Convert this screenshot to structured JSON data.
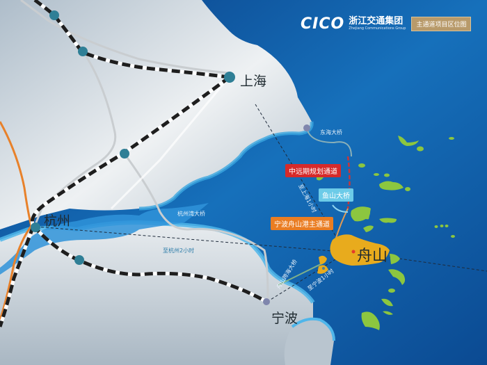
{
  "header": {
    "logo_text": "CICO",
    "company_cn": "浙江交通集团",
    "company_en": "Zhejiang Communications Group",
    "badge": "主通道项目区位图"
  },
  "cities": {
    "shanghai": "上海",
    "hangzhou": "杭州",
    "ningbo": "宁波",
    "zhoushan": "舟山"
  },
  "bridges": {
    "donghai": "东海大桥",
    "hangzhouwan": "杭州湾大桥",
    "zhoushan_kuahai": "舟山跨海大桥",
    "yushan": "鱼山大桥"
  },
  "travel_times": {
    "to_shanghai": "至上海1小时",
    "to_hangzhou": "至杭州2小时",
    "to_ningbo": "至宁波1小时"
  },
  "callouts": {
    "planned_channel": "中远期规划通道",
    "main_channel": "宁波舟山港主通道",
    "yushan_bridge": "鱼山大桥"
  },
  "colors": {
    "sea_dark": "#0b4d95",
    "sea_mid": "#1a73c0",
    "land": "#c8d2da",
    "zhoushan_island": "#e8ab1d",
    "islands": "#8cc63f",
    "node": "#2f7f96",
    "rail_dash": "#1e1e1e",
    "orange_route": "#e8812a",
    "planned_red": "#d62a2a"
  }
}
